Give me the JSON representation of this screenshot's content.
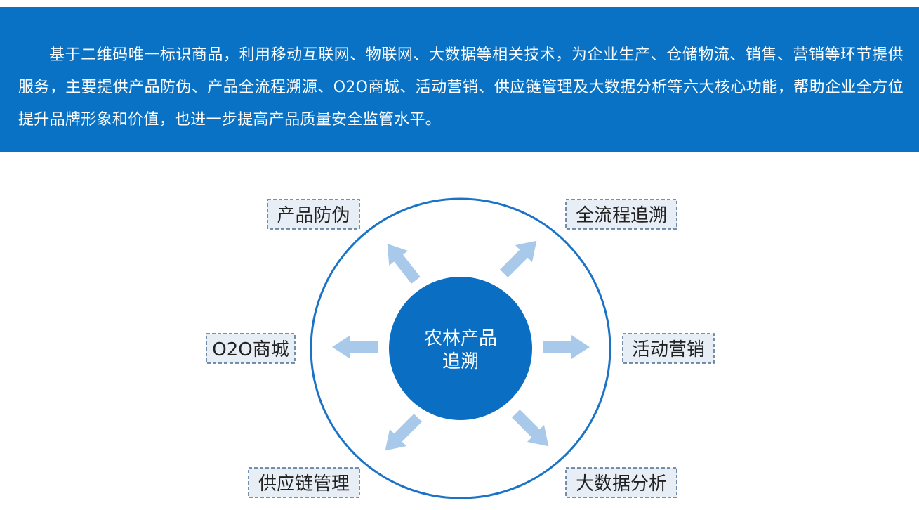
{
  "intro": {
    "text": "基于二维码唯一标识商品，利用移动互联网、物联网、大数据等相关技术，为企业生产、仓储物流、销售、营销等环节提供服务，主要提供产品防伪、产品全流程溯源、O2O商城、活动营销、供应链管理及大数据分析等六大核心功能，帮助企业全方位提升品牌形象和价值，也进一步提高产品质量安全监管水平。"
  },
  "center": {
    "line1": "农林产品",
    "line2": "追溯"
  },
  "features": {
    "anti_counterfeit": "产品防伪",
    "full_trace": "全流程追溯",
    "o2o_mall": "O2O商城",
    "marketing": "活动营销",
    "supply_chain": "供应链管理",
    "big_data": "大数据分析"
  },
  "colors": {
    "banner": "#0a72c4",
    "center_circle": "#0a6fc2",
    "ring": "#1a73c6",
    "arrow": "#a9c9ea",
    "box_fill": "#e8eef6",
    "box_border": "#4a6a8e"
  }
}
